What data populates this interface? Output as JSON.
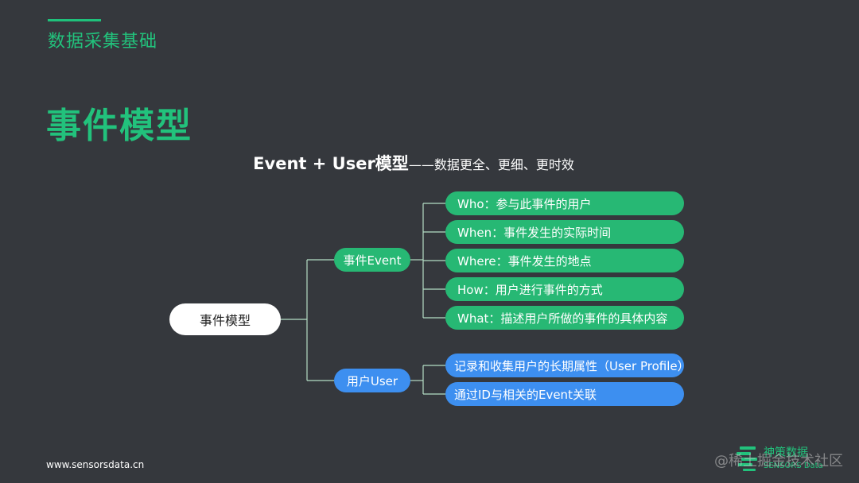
{
  "header": {
    "section_title": "数据采集基础",
    "main_title": "事件模型"
  },
  "subtitle": {
    "lead": "Event + User模型",
    "tail": "——数据更全、更细、更时效"
  },
  "diagram": {
    "root": "事件模型",
    "event_branch": {
      "label": "事件Event",
      "items": [
        "Who：参与此事件的用户",
        "When：事件发生的实际时间",
        "Where：事件发生的地点",
        "How：用户进行事件的方式",
        "What：描述用户所做的事件的具体内容"
      ]
    },
    "user_branch": {
      "label": "用户User",
      "items": [
        "记录和收集用户的长期属性（User Profile）",
        "通过ID与相关的Event关联"
      ]
    }
  },
  "footer": {
    "url": "www.sensorsdata.cn",
    "logo_text": "神策数据",
    "logo_sub": "SENSORS Data",
    "watermark": "@稀土掘金技术社区"
  },
  "colors": {
    "accent": "#22c27c",
    "event_pill": "#27b874",
    "user_pill": "#3d8ff0",
    "background": "#35383d"
  }
}
